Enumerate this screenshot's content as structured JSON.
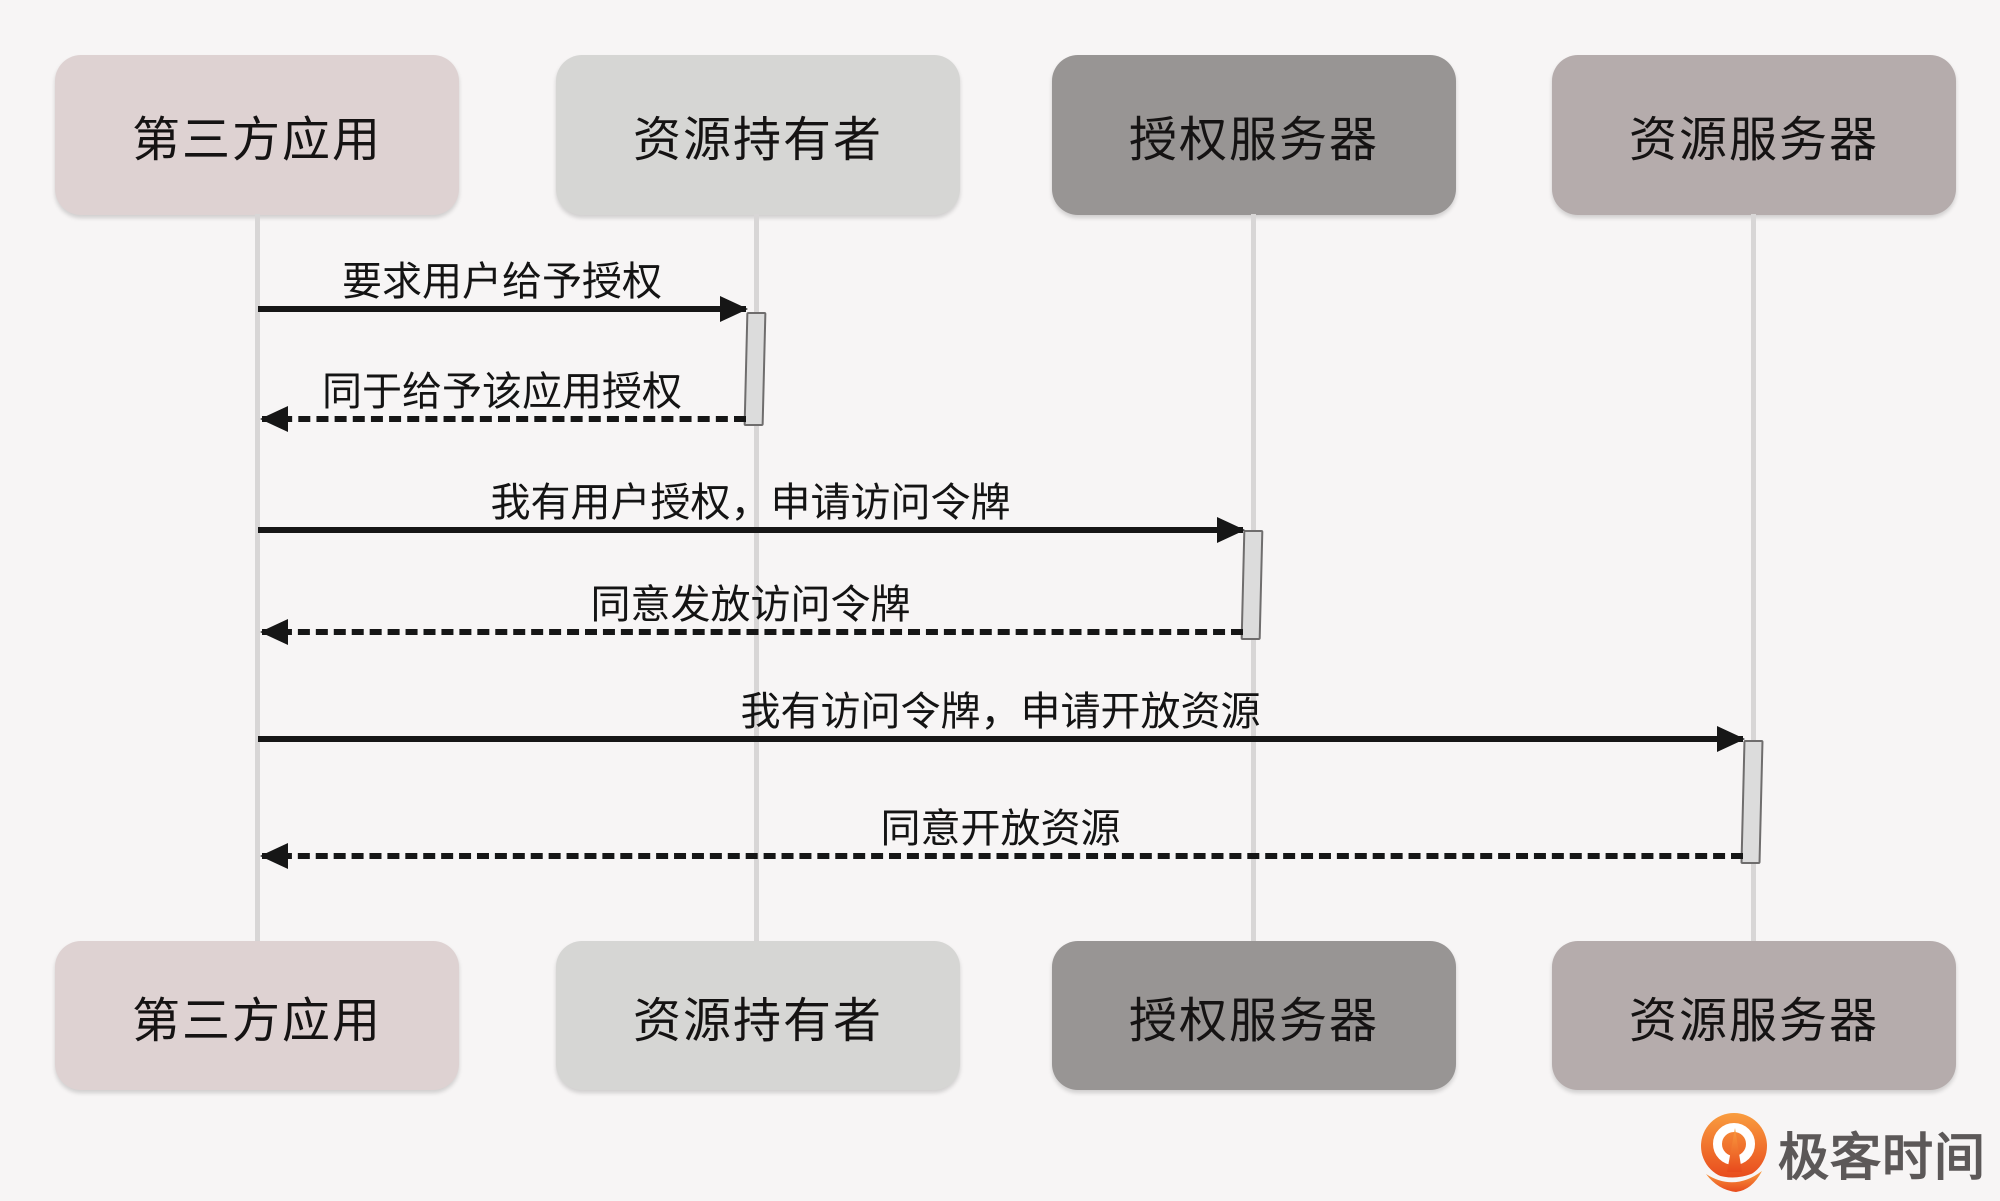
{
  "background_color": "#f7f5f5",
  "diagram_type": "sequence",
  "actors": [
    {
      "label": "第三方应用",
      "color": "#ded2d2"
    },
    {
      "label": "资源持有者",
      "color": "#d6d6d4"
    },
    {
      "label": "授权服务器",
      "color": "#989594"
    },
    {
      "label": "资源服务器",
      "color": "#b5acac"
    }
  ],
  "lifeline_color": "#d8d6d6",
  "arrow_color": "#161616",
  "messages": [
    {
      "label": "要求用户给予授权",
      "type": "solid",
      "from": "第三方应用",
      "to": "资源持有者"
    },
    {
      "label": "同于给予该应用授权",
      "type": "dashed",
      "from": "资源持有者",
      "to": "第三方应用"
    },
    {
      "label": "我有用户授权，申请访问令牌",
      "type": "solid",
      "from": "第三方应用",
      "to": "授权服务器"
    },
    {
      "label": "同意发放访问令牌",
      "type": "dashed",
      "from": "授权服务器",
      "to": "第三方应用"
    },
    {
      "label": "我有访问令牌，申请开放资源",
      "type": "solid",
      "from": "第三方应用",
      "to": "资源服务器"
    },
    {
      "label": "同意开放资源",
      "type": "dashed",
      "from": "资源服务器",
      "to": "第三方应用"
    }
  ],
  "branding": {
    "logo_text": "极客时间",
    "logo_orange": "#ee5520"
  }
}
